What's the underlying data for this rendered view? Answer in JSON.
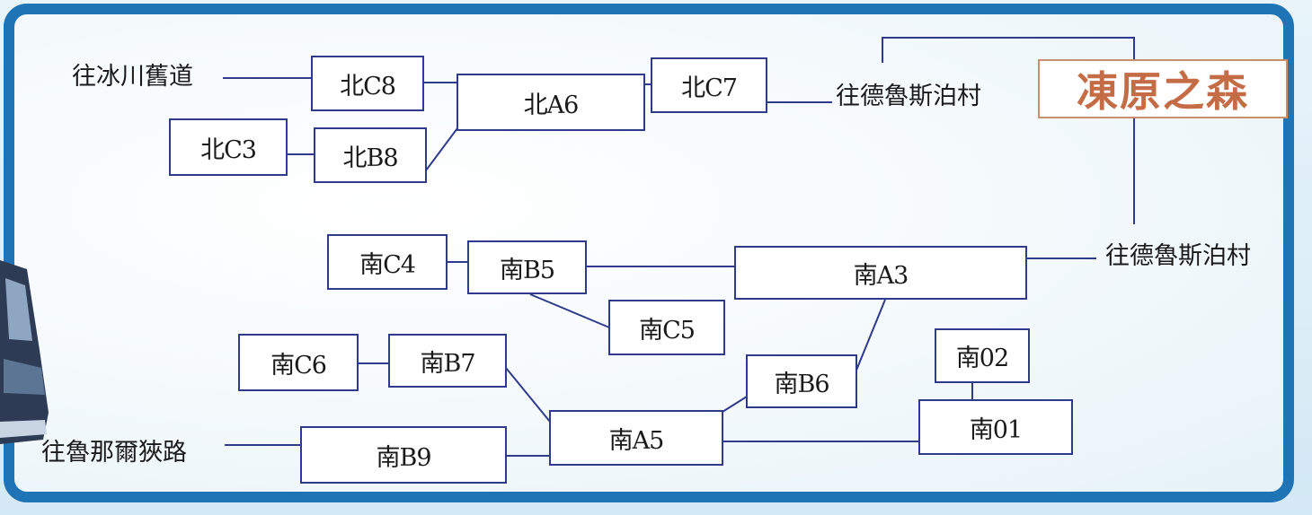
{
  "title": "凍原之森",
  "nodes": {
    "n_c8": "北C8",
    "n_a6": "北A6",
    "n_c7": "北C7",
    "n_c3": "北C3",
    "n_b8": "北B8",
    "s_c4": "南C4",
    "s_b5": "南B5",
    "s_a3": "南A3",
    "s_c5": "南C5",
    "s_c6": "南C6",
    "s_b7": "南B7",
    "s_b6": "南B6",
    "s_02": "南02",
    "s_a5": "南A5",
    "s_01": "南01",
    "s_b9": "南B9"
  },
  "exits": {
    "glacier": "往冰川舊道",
    "village_top": "往德魯斯泊村",
    "village_right": "往德魯斯泊村",
    "canyon": "往魯那爾狹路"
  }
}
